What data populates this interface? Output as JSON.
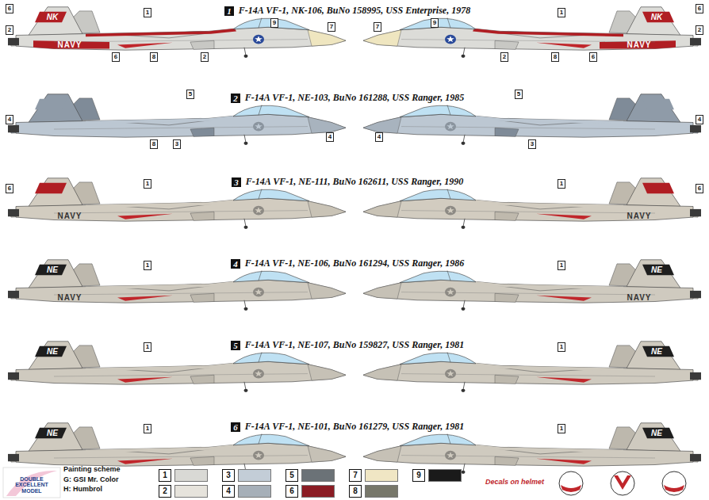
{
  "diagram": {
    "labels": [
      "1",
      "2",
      "3",
      "4",
      "5",
      "6",
      "F-14A VF-1, NK-106, BuNo 158995, USS Enterprise, 1978",
      "F-14A VF-1, NE-103, BuNo 161288, USS Ranger, 1985",
      "F-14A VF-1, NE-111, BuNo 162611, USS Ranger, 1990",
      "F-14A VF-1, NE-106, BuNo 161294, USS Ranger, 1986",
      "F-14A VF-1, NE-107, BuNo 159827, USS Ranger, 1981",
      "F-14A VF-1, NE-101, BuNo 161279, USS Ranger, 1981",
      "6",
      "2",
      "1",
      "9",
      "7",
      "6",
      "8",
      "2",
      "6",
      "2",
      "1",
      "9",
      "7",
      "6",
      "8",
      "2",
      "5",
      "4",
      "8",
      "3",
      "4",
      "5",
      "4",
      "3",
      "4",
      "6",
      "1",
      "6",
      "1",
      "1",
      "1",
      "1",
      "1",
      "1",
      "1",
      "NAVY",
      "NAVY",
      "NAVY",
      "NAVY",
      "NAVY",
      "NAVY",
      "NK",
      "NK",
      "NE",
      "NE",
      "NE",
      "NE",
      "NE",
      "NE",
      "Painting scheme",
      "G: GSI Mr. Color",
      "H: Humbrol",
      "Decals on helmet",
      "DOUBLE EXCELLENT MODEL"
    ],
    "legend": [
      {
        "text": "1",
        "color": "#d9d9d5"
      },
      {
        "text": "2",
        "color": "#e6e3dc"
      },
      {
        "text": "3",
        "color": "#c3cdd7"
      },
      {
        "text": "4",
        "color": "#a6afb8"
      },
      {
        "text": "5",
        "color": "#6b7277"
      },
      {
        "text": "6",
        "color": "#8b1c24"
      },
      {
        "text": "7",
        "color": "#f0e6c4"
      },
      {
        "text": "8",
        "color": "#77776a"
      },
      {
        "text": "9",
        "color": "#1a1a1a"
      }
    ]
  }
}
